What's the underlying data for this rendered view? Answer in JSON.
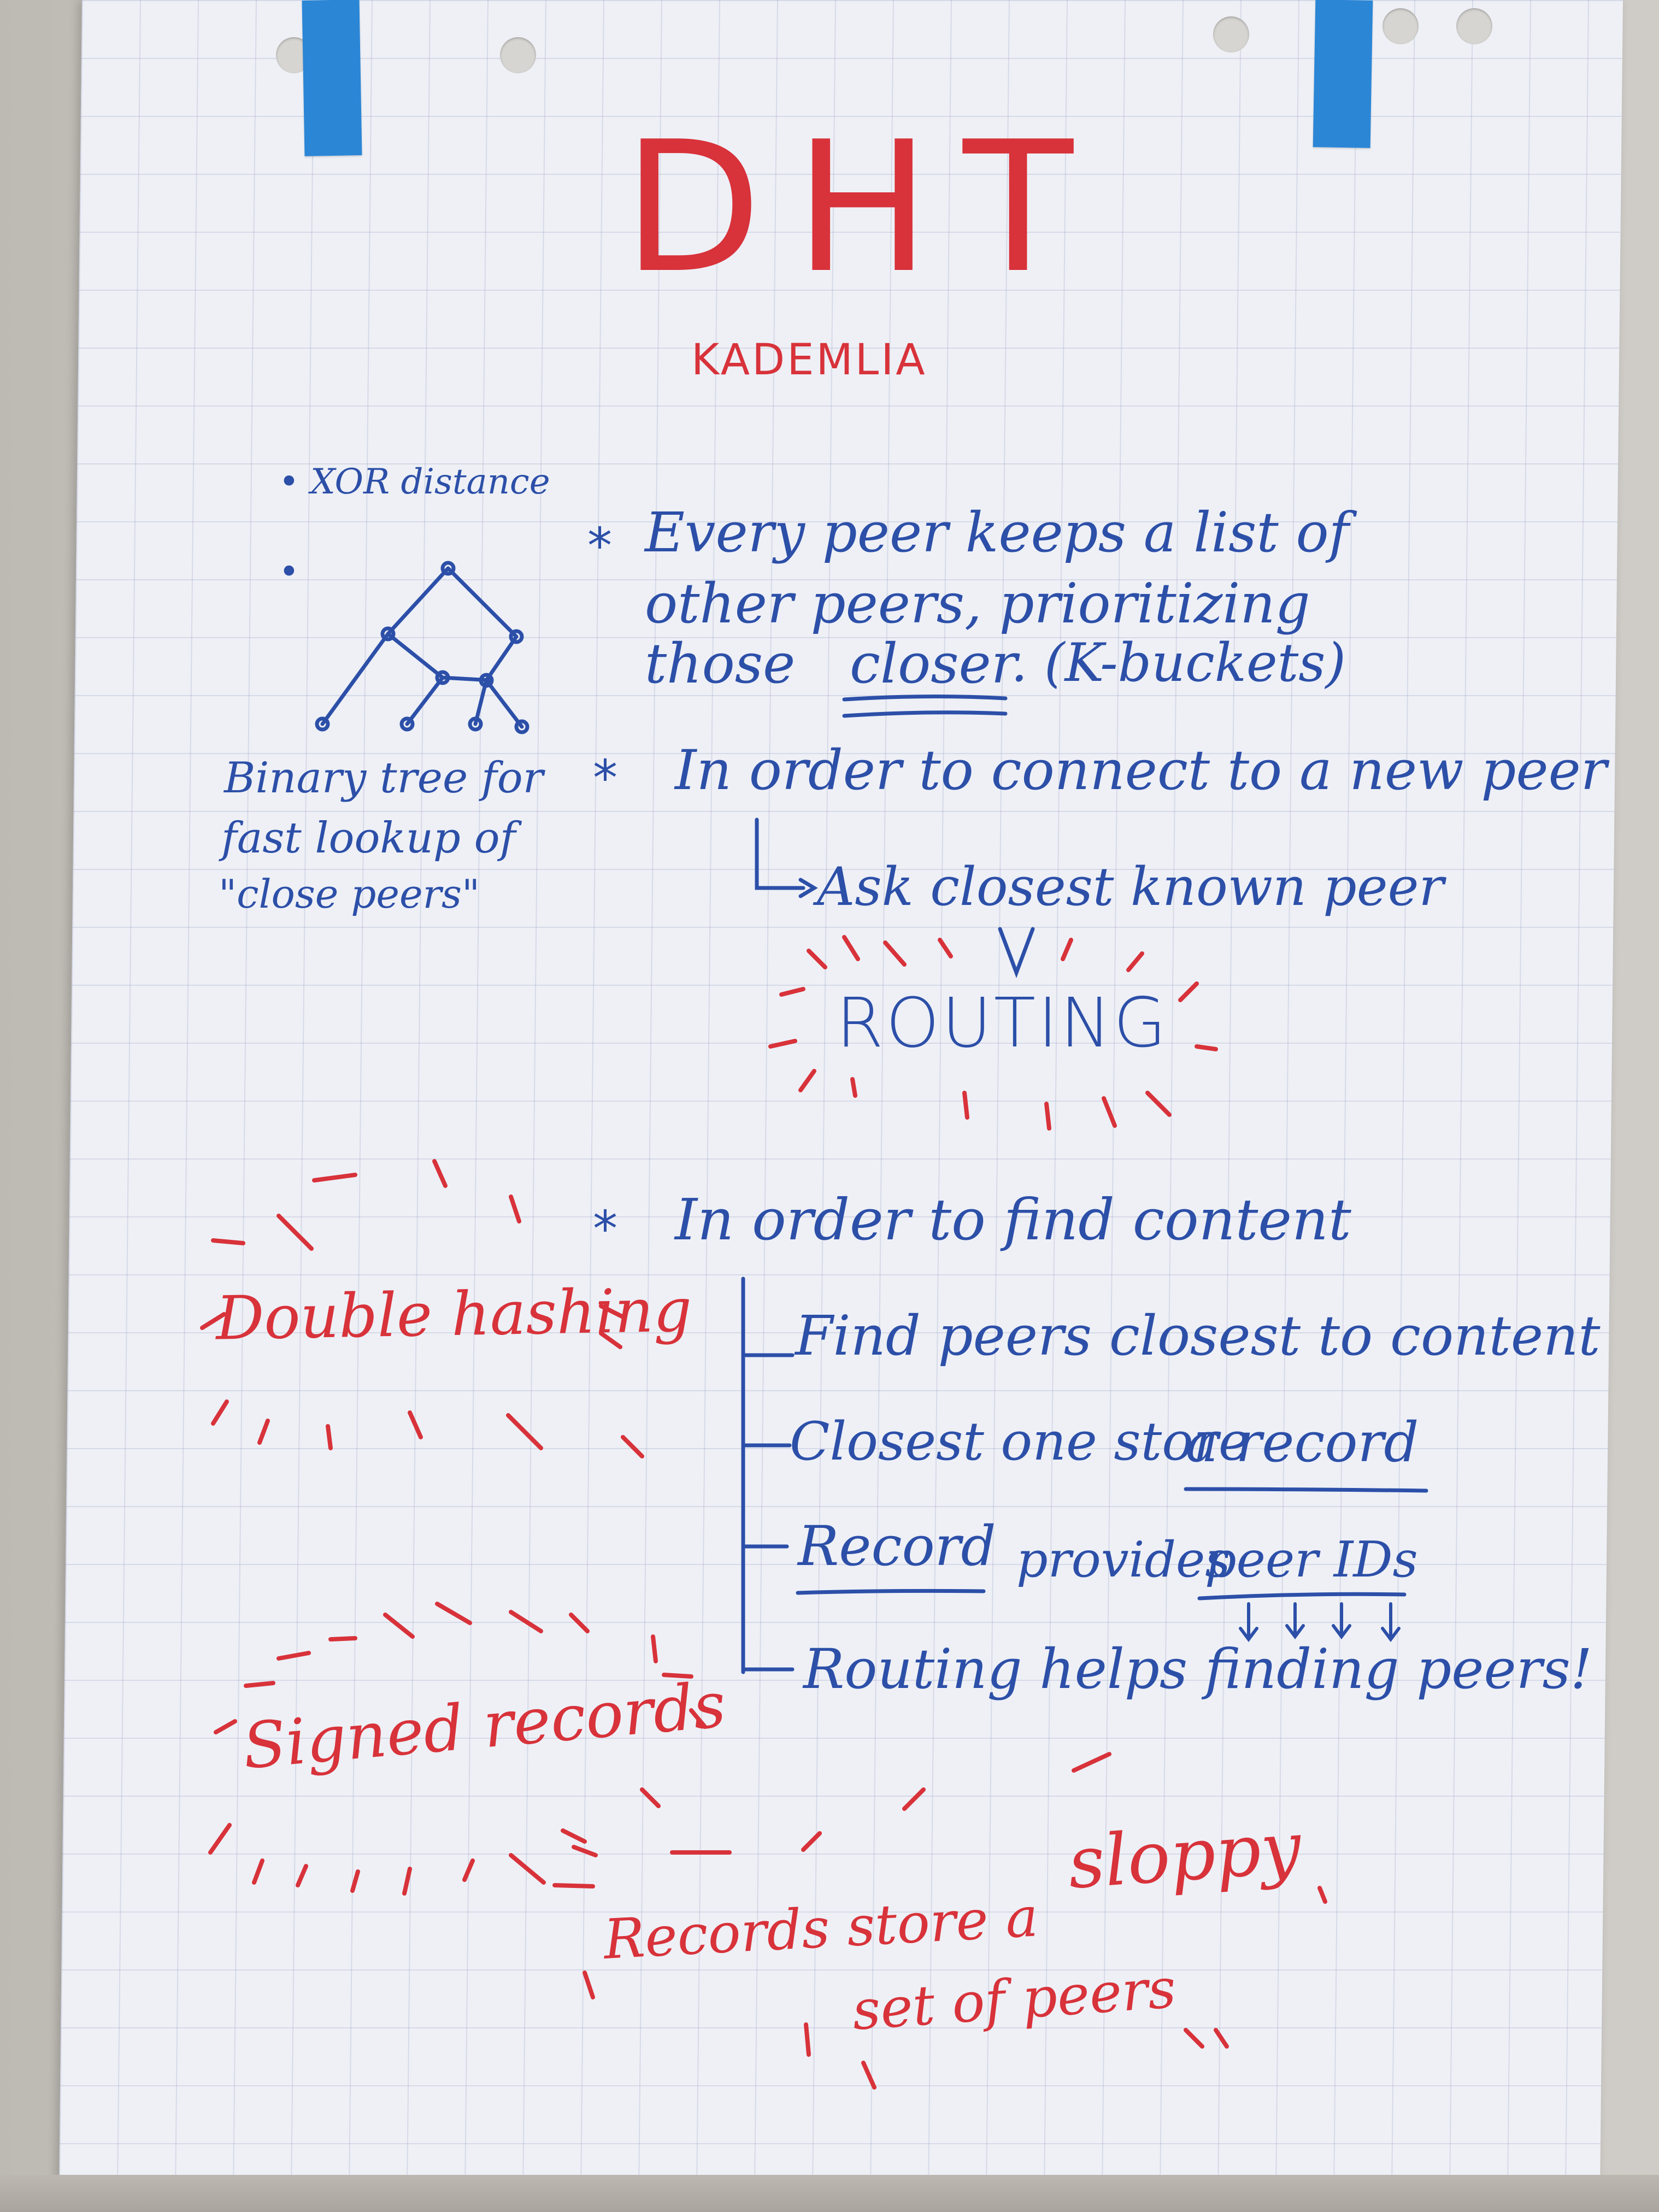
{
  "flipchart": {
    "title": "DHT",
    "subtitle": "KADEMLIA",
    "left_notes": {
      "xor": "• XOR distance",
      "tree_bullet": "•",
      "tree_caption_1": "Binary tree for",
      "tree_caption_2": "fast lookup of",
      "tree_caption_3": "\"close peers\""
    },
    "point1": {
      "star": "*",
      "line1": "Every peer keeps a list of",
      "line2": "other peers, prioritizing",
      "line3_a": "those",
      "line3_b": "closer",
      "line3_c": ". (K-buckets)"
    },
    "point2": {
      "star": "*",
      "line1": "In order to connect to a new peer",
      "sub1": "Ask closest known peer",
      "routing": "ROUTING"
    },
    "point3": {
      "star": "*",
      "line1": "In order to find content",
      "sub1": "Find peers closest to content",
      "sub2_a": "Closest one store",
      "sub2_b": "a record",
      "sub3_a": "Record",
      "sub3_b": "provides",
      "sub3_c": "peer IDs",
      "sub4": "Routing helps finding peers!"
    },
    "red_notes": {
      "double_hashing": "Double hashing",
      "signed_records": "Signed records",
      "records_store_1": "Records store a",
      "sloppy": "sloppy",
      "records_store_2": "set of peers"
    }
  },
  "colors": {
    "red_marker": "#d8323a",
    "blue_marker": "#2c4fa8",
    "tape": "#2b86d6",
    "paper": "#eef0f6"
  }
}
